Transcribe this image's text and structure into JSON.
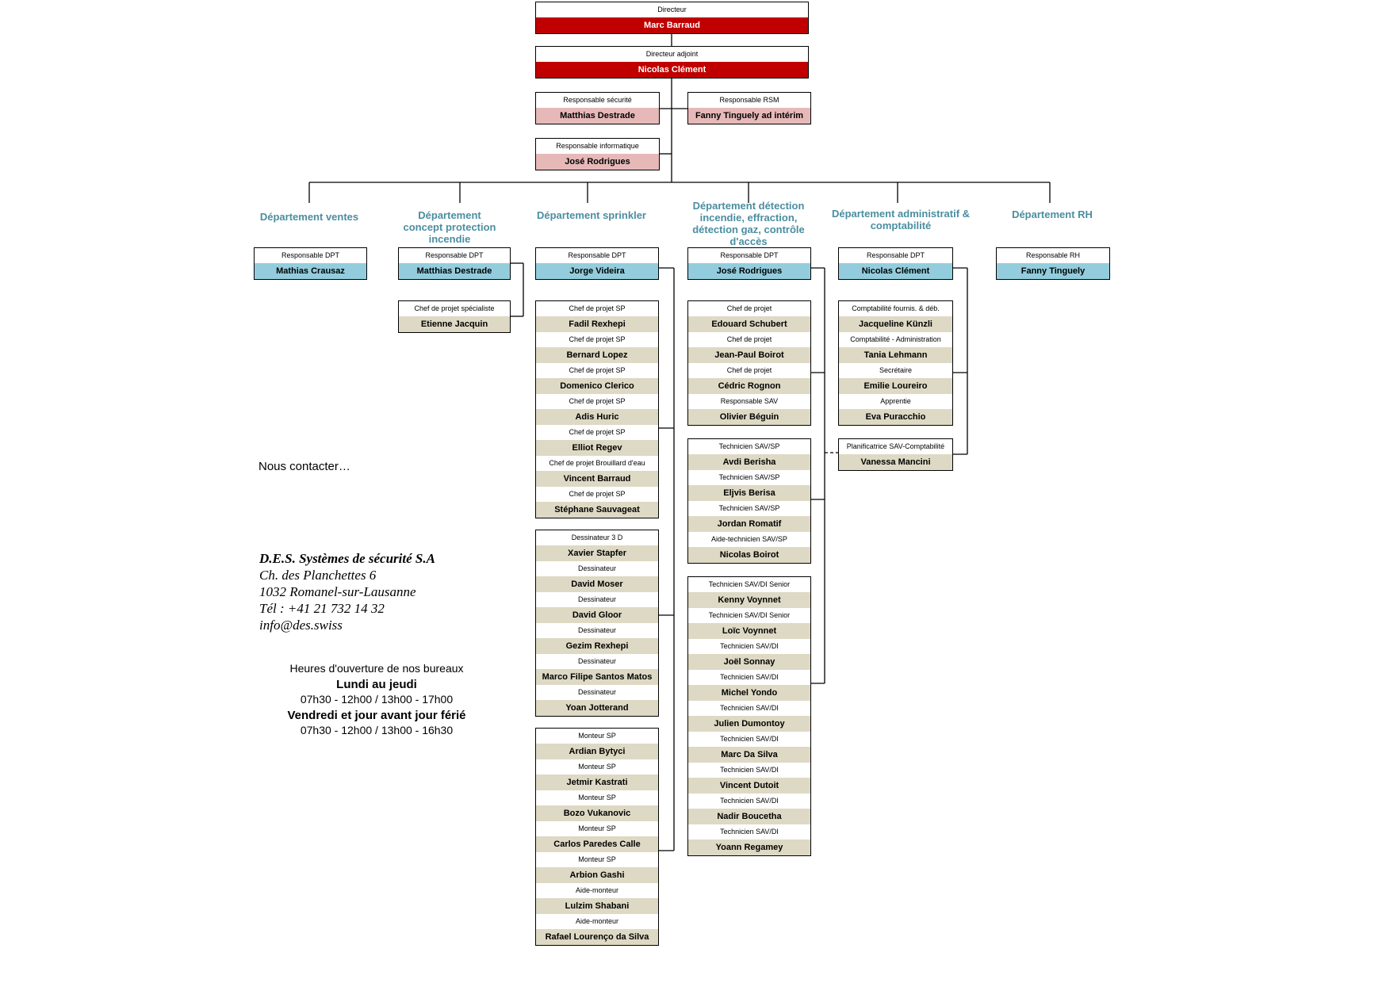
{
  "colors": {
    "red": "#c00000",
    "pink": "#e6b9b8",
    "blue": "#93cddd",
    "beige": "#ddd9c4",
    "dept_text": "#4a8ea0",
    "line": "#000000"
  },
  "top": [
    {
      "role": "Directeur",
      "name": "Marc Barraud",
      "color": "red"
    },
    {
      "role": "Directeur adjoint",
      "name": "Nicolas Clément",
      "color": "red"
    },
    {
      "role": "Responsable sécurité",
      "name": "Matthias Destrade",
      "color": "pink"
    },
    {
      "role": "Responsable RSM",
      "name": "Fanny Tinguely ad intérim",
      "color": "pink"
    },
    {
      "role": "Responsable informatique",
      "name": "José Rodrigues",
      "color": "pink"
    }
  ],
  "departments": [
    {
      "title": [
        "Département ventes"
      ],
      "head": {
        "role": "Responsable DPT",
        "name": "Mathias Crausaz"
      }
    },
    {
      "title": [
        "Département",
        "concept protection",
        "incendie"
      ],
      "head": {
        "role": "Responsable DPT",
        "name": "Matthias Destrade"
      }
    },
    {
      "title": [
        "Département sprinkler"
      ],
      "head": {
        "role": "Responsable DPT",
        "name": "Jorge Videira"
      }
    },
    {
      "title": [
        "Département détection",
        "incendie, effraction,",
        "détection gaz, contrôle",
        "d'accès"
      ],
      "head": {
        "role": "Responsable DPT",
        "name": "José Rodrigues"
      }
    },
    {
      "title": [
        "Département administratif &",
        "comptabilité"
      ],
      "head": {
        "role": "Responsable DPT",
        "name": "Nicolas Clément"
      }
    },
    {
      "title": [
        "Département RH"
      ],
      "head": {
        "role": "Responsable RH",
        "name": "Fanny Tinguely"
      }
    }
  ],
  "groups": [
    {
      "id": "concept",
      "members": [
        {
          "role": "Chef de projet spécialiste",
          "name": "Etienne Jacquin"
        }
      ]
    },
    {
      "id": "sp-chefs",
      "members": [
        {
          "role": "Chef de projet SP",
          "name": "Fadil Rexhepi"
        },
        {
          "role": "Chef de projet SP",
          "name": "Bernard Lopez"
        },
        {
          "role": "Chef de projet SP",
          "name": "Domenico Clerico"
        },
        {
          "role": "Chef de projet SP",
          "name": "Adis Huric"
        },
        {
          "role": "Chef de projet SP",
          "name": "Elliot Regev"
        },
        {
          "role": "Chef de projet Brouillard d'eau",
          "name": "Vincent Barraud"
        },
        {
          "role": "Chef de projet SP",
          "name": "Stéphane Sauvageat"
        }
      ]
    },
    {
      "id": "sp-dessin",
      "members": [
        {
          "role": "Dessinateur 3 D",
          "name": "Xavier Stapfer"
        },
        {
          "role": "Dessinateur",
          "name": "David Moser"
        },
        {
          "role": "Dessinateur",
          "name": "David Gloor"
        },
        {
          "role": "Dessinateur",
          "name": "Gezim Rexhepi"
        },
        {
          "role": "Dessinateur",
          "name": "Marco Filipe Santos Matos"
        },
        {
          "role": "Dessinateur",
          "name": "Yoan Jotterand"
        }
      ]
    },
    {
      "id": "sp-monteurs",
      "members": [
        {
          "role": "Monteur SP",
          "name": "Ardian Bytyci"
        },
        {
          "role": "Monteur SP",
          "name": "Jetmir Kastrati"
        },
        {
          "role": "Monteur SP",
          "name": "Bozo Vukanovic"
        },
        {
          "role": "Monteur SP",
          "name": "Carlos Paredes Calle"
        },
        {
          "role": "Monteur SP",
          "name": "Arbion Gashi"
        },
        {
          "role": "Aide-monteur",
          "name": "Lulzim Shabani"
        },
        {
          "role": "Aide-monteur",
          "name": "Rafael Lourenço da Silva"
        }
      ]
    },
    {
      "id": "det-chefs",
      "members": [
        {
          "role": "Chef de projet",
          "name": "Edouard Schubert"
        },
        {
          "role": "Chef de projet",
          "name": "Jean-Paul Boirot"
        },
        {
          "role": "Chef de projet",
          "name": "Cédric Rognon"
        },
        {
          "role": "Responsable SAV",
          "name": "Olivier Béguin"
        }
      ]
    },
    {
      "id": "det-sav-sp",
      "members": [
        {
          "role": "Technicien SAV/SP",
          "name": "Avdi Berisha"
        },
        {
          "role": "Technicien SAV/SP",
          "name": "Eljvis Berisa"
        },
        {
          "role": "Technicien SAV/SP",
          "name": "Jordan Romatif"
        },
        {
          "role": "Aide-technicien SAV/SP",
          "name": "Nicolas Boirot"
        }
      ]
    },
    {
      "id": "det-sav-di",
      "members": [
        {
          "role": "Technicien SAV/DI Senior",
          "name": "Kenny Voynnet"
        },
        {
          "role": "Technicien SAV/DI Senior",
          "name": "Loïc Voynnet"
        },
        {
          "role": "Technicien SAV/DI",
          "name": "Joël Sonnay"
        },
        {
          "role": "Technicien SAV/DI",
          "name": "Michel Yondo"
        },
        {
          "role": "Technicien SAV/DI",
          "name": "Julien Dumontoy"
        },
        {
          "role": "Technicien SAV/DI",
          "name": "Marc Da Silva"
        },
        {
          "role": "Technicien SAV/DI",
          "name": "Vincent Dutoit"
        },
        {
          "role": "Technicien SAV/DI",
          "name": "Nadir Boucetha"
        },
        {
          "role": "Technicien SAV/DI",
          "name": "Yoann Regamey"
        }
      ]
    },
    {
      "id": "admin",
      "members": [
        {
          "role": "Comptabilité fournis. & déb.",
          "name": "Jacqueline Künzli"
        },
        {
          "role": "Comptabilité - Administration",
          "name": "Tania Lehmann"
        },
        {
          "role": "Secrétaire",
          "name": "Emilie Loureiro"
        },
        {
          "role": "Apprentie",
          "name": "Eva Puracchio"
        }
      ]
    },
    {
      "id": "admin-plan",
      "members": [
        {
          "role": "Planificatrice SAV-Comptabilité",
          "name": "Vanessa Mancini"
        }
      ]
    }
  ],
  "contact": {
    "title": "Nous contacter…",
    "company": "D.E.S. Systèmes de sécurité S.A",
    "street": "Ch. des Planchettes 6",
    "city": "1032 Romanel-sur-Lausanne",
    "phone": "Tél : +41 21 732 14 32",
    "email": "info@des.swiss"
  },
  "hours": {
    "title": "Heures d'ouverture de nos bureaux",
    "days1": "Lundi au jeudi",
    "time1": "07h30 - 12h00 / 13h00 - 17h00",
    "days2": "Vendredi et jour avant jour férié",
    "time2": "07h30 - 12h00 / 13h00 - 16h30"
  }
}
